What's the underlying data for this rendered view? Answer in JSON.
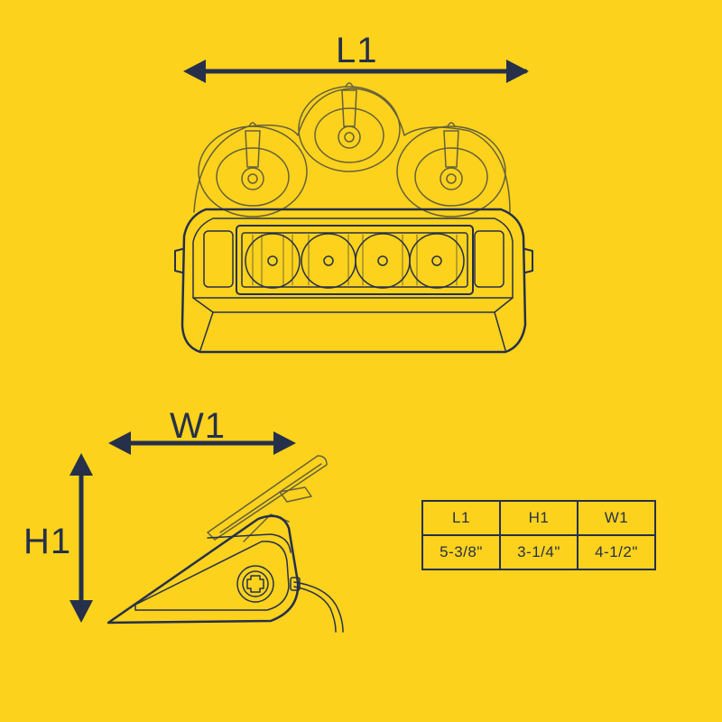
{
  "dimensions": {
    "length_label": "L1",
    "width_label": "W1",
    "height_label": "H1"
  },
  "table": {
    "headers": [
      "L1",
      "H1",
      "W1"
    ],
    "values": [
      "5-3/8\"",
      "3-1/4\"",
      "4-1/2\""
    ]
  },
  "colors": {
    "background": "#FCD21C",
    "line": "#26304A"
  }
}
